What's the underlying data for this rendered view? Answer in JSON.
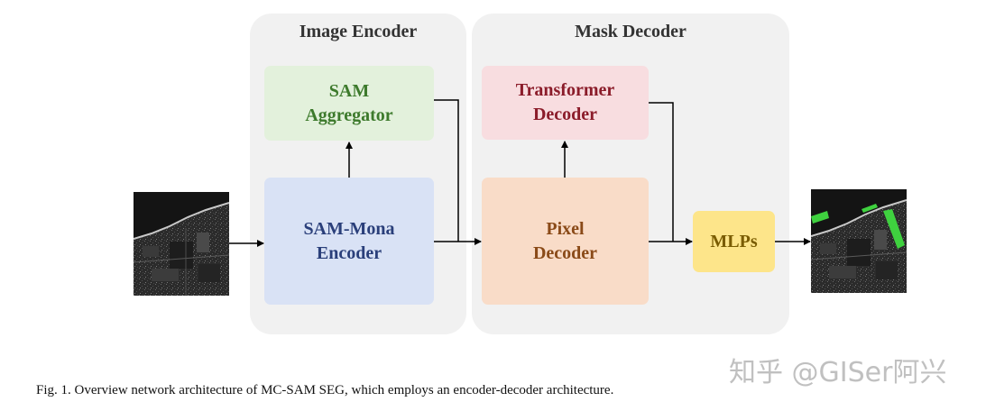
{
  "panels": {
    "image_encoder": {
      "title": "Image Encoder"
    },
    "mask_decoder": {
      "title": "Mask Decoder"
    }
  },
  "nodes": {
    "sam_aggregator": {
      "line1": "SAM",
      "line2": "Aggregator",
      "fill": "#e3f1dc",
      "text_color": "#3d7a2c"
    },
    "sam_mona_encoder": {
      "line1": "SAM-Mona",
      "line2": "Encoder",
      "fill": "#d9e2f5",
      "text_color": "#2a3f7a"
    },
    "transformer_decoder": {
      "line1": "Transformer",
      "line2": "Decoder",
      "fill": "#f8dde0",
      "text_color": "#8b1c2a"
    },
    "pixel_decoder": {
      "line1": "Pixel",
      "line2": "Decoder",
      "fill": "#f9dcc8",
      "text_color": "#8a4a18"
    },
    "mlps": {
      "label": "MLPs",
      "fill": "#fde58a",
      "text_color": "#7a5c00"
    }
  },
  "caption": "Fig. 1.  Overview network architecture of MC-SAM SEG, which employs an encoder-decoder architecture.",
  "watermark": "知乎 @GISer阿兴",
  "colors": {
    "panel_bg": "#f1f1f1",
    "arrow": "#000000",
    "mask_overlay": "#3fd13f"
  }
}
